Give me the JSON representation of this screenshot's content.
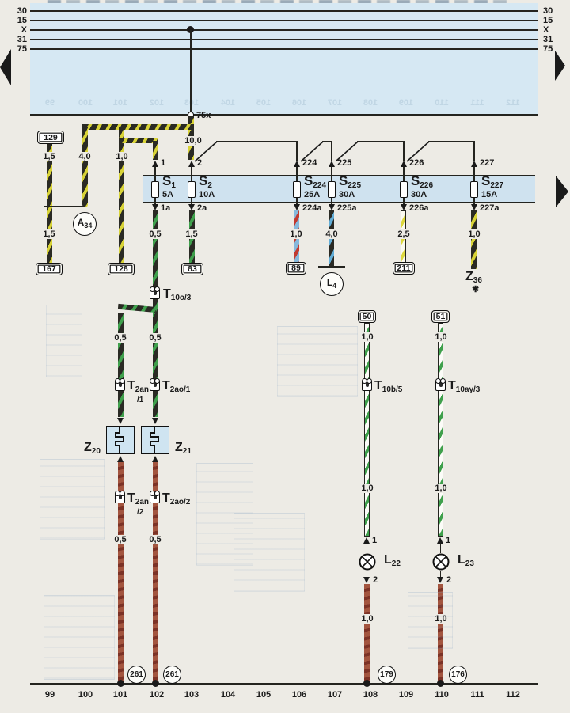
{
  "diagram": {
    "bus_labels": [
      "30",
      "15",
      "X",
      "31",
      "75"
    ],
    "terminal_75x": "75x",
    "fuses": [
      {
        "main": "S",
        "sub": "1",
        "amp": "5A",
        "pin_in": "1",
        "pin_out": "1a"
      },
      {
        "main": "S",
        "sub": "2",
        "amp": "10A",
        "pin_in": "2",
        "pin_out": "2a"
      },
      {
        "main": "S",
        "sub": "224",
        "amp": "25A",
        "pin_in": "224",
        "pin_out": "224a"
      },
      {
        "main": "S",
        "sub": "225",
        "amp": "30A",
        "pin_in": "225",
        "pin_out": "225a"
      },
      {
        "main": "S",
        "sub": "226",
        "amp": "30A",
        "pin_in": "226",
        "pin_out": "226a"
      },
      {
        "main": "S",
        "sub": "227",
        "amp": "15A",
        "pin_in": "227",
        "pin_out": "227a"
      }
    ],
    "gauges": {
      "g129a": "1,5",
      "g40": "4,0",
      "g10": "1,0",
      "g100": "10,0",
      "g129b": "1,5",
      "g1a": "0,5",
      "g2a": "1,5",
      "g224a": "1,0",
      "g225a": "4,0",
      "g226a": "2,5",
      "g227a": "1,0",
      "gl1": "0,5",
      "gr1": "0,5",
      "g50a": "1,0",
      "g51a": "1,0",
      "gl2": "0,5",
      "gr2": "0,5",
      "g50b": "1,0",
      "g51b": "1,0",
      "g179": "1,0",
      "g176": "1,0"
    },
    "terminals": {
      "t129": "129",
      "t167": "167",
      "t128": "128",
      "t83": "83",
      "t89": "89",
      "t211": "211",
      "t50": "50",
      "t51": "51"
    },
    "connectors": {
      "t10o3": {
        "main": "T",
        "sub": "10o/3"
      },
      "t2an1": {
        "main": "T",
        "sub": "2an",
        "sub2": "/1"
      },
      "t2ao1": {
        "main": "T",
        "sub": "2ao/1"
      },
      "t2an2": {
        "main": "T",
        "sub": "2an",
        "sub2": "/2"
      },
      "t2ao2": {
        "main": "T",
        "sub": "2ao/2"
      },
      "t10b5": {
        "main": "T",
        "sub": "10b/5"
      },
      "t10ay3": {
        "main": "T",
        "sub": "10ay/3"
      }
    },
    "components": {
      "a34": {
        "main": "A",
        "sub": "34"
      },
      "l4": {
        "main": "L",
        "sub": "4"
      },
      "z20": {
        "main": "Z",
        "sub": "20"
      },
      "z21": {
        "main": "Z",
        "sub": "21"
      },
      "z36": {
        "main": "Z",
        "sub": "36"
      },
      "z36_note": "✱",
      "l22": {
        "main": "L",
        "sub": "22"
      },
      "l23": {
        "main": "L",
        "sub": "23"
      },
      "lamp_pin_top": "1",
      "lamp_pin_bottom": "2"
    },
    "grounds": {
      "g261a": "261",
      "g261b": "261",
      "g179": "179",
      "g176": "176"
    },
    "track_numbers": [
      "99",
      "100",
      "101",
      "102",
      "103",
      "104",
      "105",
      "106",
      "107",
      "108",
      "109",
      "110",
      "111",
      "112"
    ]
  }
}
